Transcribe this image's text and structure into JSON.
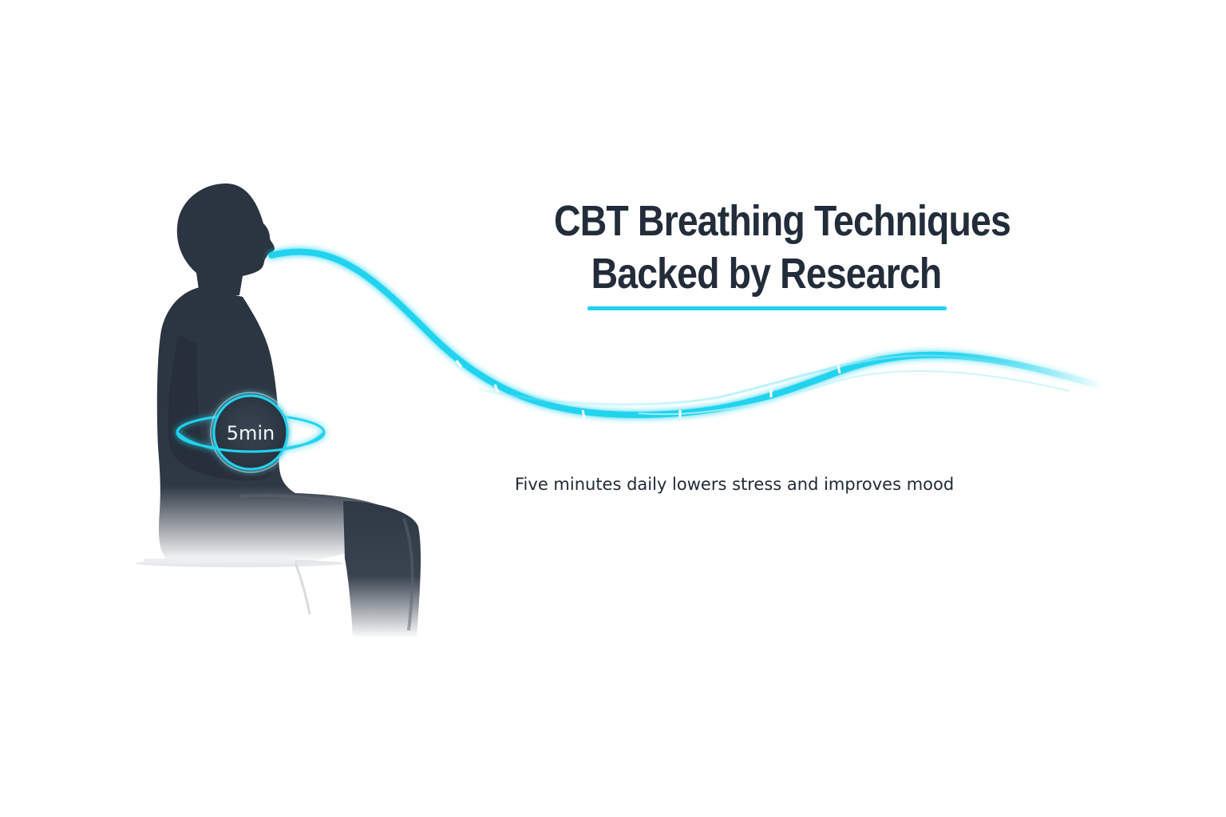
{
  "heading": {
    "line1": "CBT Breathing Techniques",
    "line2": "Backed by Research"
  },
  "subtitle": "Five minutes daily lowers stress and improves mood",
  "badge": {
    "label": "5min"
  },
  "colors": {
    "accent": "#22d3ee",
    "silhouette": "#2b3441",
    "heading_text": "#232c3a",
    "background": "#ffffff"
  },
  "icons": {
    "figure": "seated-person-silhouette-icon",
    "breath": "breath-wave-icon",
    "timer_ring": "orbit-ring-icon"
  }
}
